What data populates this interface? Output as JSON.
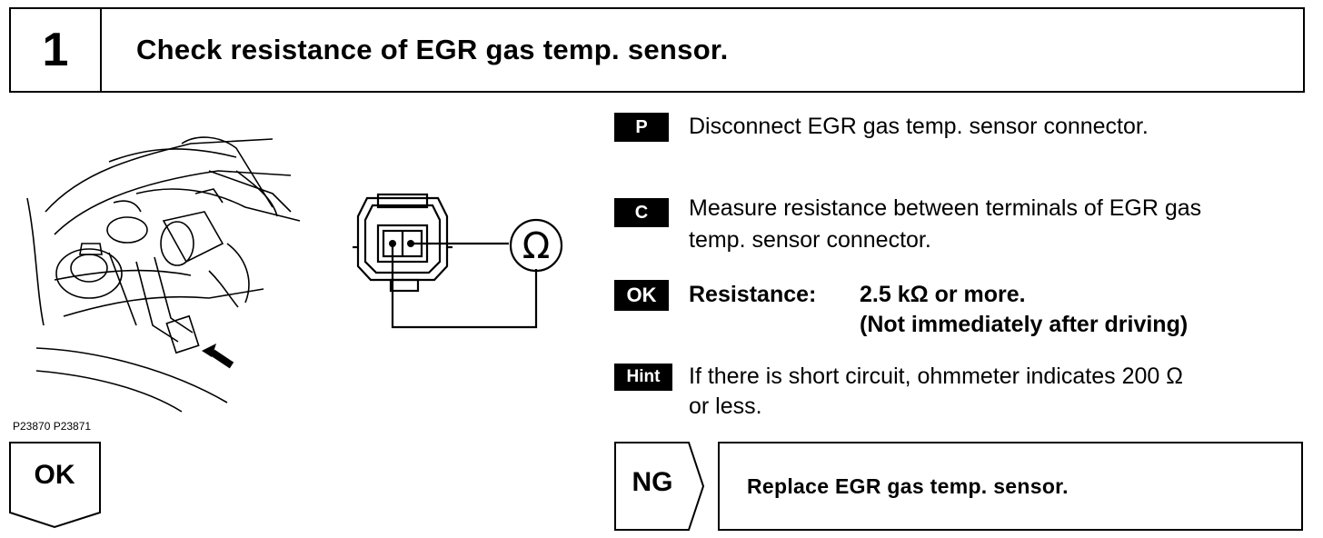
{
  "header": {
    "step_number": "1",
    "title": "Check resistance of EGR gas temp. sensor."
  },
  "figure": {
    "ids": "P23870 P23871",
    "meter_symbol": "Ω"
  },
  "steps": [
    {
      "badge": "P",
      "text": "Disconnect EGR gas temp. sensor connector."
    },
    {
      "badge": "C",
      "line1": "Measure resistance between terminals of EGR gas",
      "line2": "temp. sensor connector."
    },
    {
      "badge": "OK",
      "label": "Resistance:",
      "value1": "2.5 kΩ or more.",
      "value2": "(Not immediately after driving)"
    },
    {
      "badge": "Hint",
      "line1": "If there is short circuit, ohmmeter indicates 200 Ω",
      "line2": "or less."
    }
  ],
  "result_ok": {
    "label": "OK"
  },
  "result_ng": {
    "label": "NG",
    "action": "Replace EGR gas temp. sensor."
  }
}
